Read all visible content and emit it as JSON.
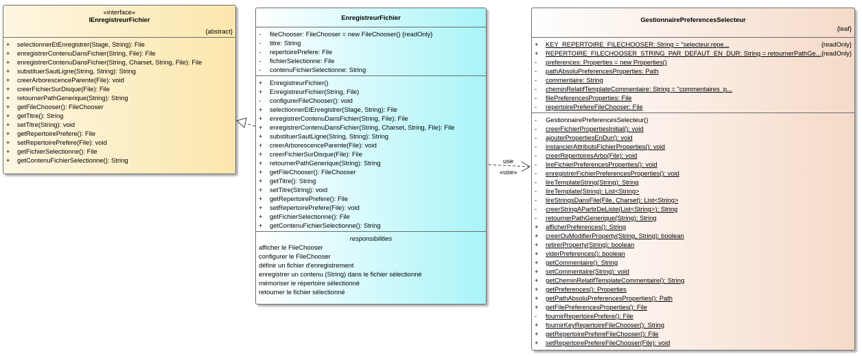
{
  "interface": {
    "stereotype": "«interface»",
    "name": "IEnregistreurFichier",
    "tag": "{abstract}",
    "operations": [
      {
        "v": "+",
        "t": "selectionnerEtEnregistrer(Stage, String): File"
      },
      {
        "v": "+",
        "t": "enregistrerContenuDansFichier(String, File): File"
      },
      {
        "v": "+",
        "t": "enregistrerContenuDansFichier(String, Charset, String, File): File"
      },
      {
        "v": "+",
        "t": "substituerSautLigne(String, String): String"
      },
      {
        "v": "+",
        "t": "creerArborescenceParente(File): void"
      },
      {
        "v": "+",
        "t": "creerFichierSurDisque(File): File"
      },
      {
        "v": "+",
        "t": "retournerPathGenerique(String): String"
      },
      {
        "v": "+",
        "t": "getFileChooser(): FileChooser"
      },
      {
        "v": "+",
        "t": "getTitre(): String"
      },
      {
        "v": "+",
        "t": "setTitre(String): void"
      },
      {
        "v": "+",
        "t": "getRepertoirePrefere(): File"
      },
      {
        "v": "+",
        "t": "setRepertoirePrefere(File): void"
      },
      {
        "v": "+",
        "t": "getFichierSelectionne(): File"
      },
      {
        "v": "+",
        "t": "getContenuFichierSelectionne(): String"
      }
    ]
  },
  "enregistreur": {
    "name": "EnregistreurFichier",
    "attributes": [
      {
        "v": "-",
        "t": "fileChooser: FileChooser = new FileChooser() {readOnly}"
      },
      {
        "v": "-",
        "t": "titre: String"
      },
      {
        "v": "-",
        "t": "repertoirePrefere: File"
      },
      {
        "v": "-",
        "t": "fichierSelectionne: File"
      },
      {
        "v": "-",
        "t": "contenuFichierSelectionne: String"
      }
    ],
    "operations": [
      {
        "v": "+",
        "t": "EnregistreurFichier()"
      },
      {
        "v": "+",
        "t": "EnregistreurFichier(String, File)"
      },
      {
        "v": "-",
        "t": "configurerFileChooser(): void"
      },
      {
        "v": "+",
        "t": "selectionnerEtEnregistrer(Stage, String): File"
      },
      {
        "v": "+",
        "t": "enregistrerContenuDansFichier(String, File): File"
      },
      {
        "v": "+",
        "t": "enregistrerContenuDansFichier(String, Charset, String, File): File"
      },
      {
        "v": "+",
        "t": "substituerSautLigne(String, String): String"
      },
      {
        "v": "+",
        "t": "creerArborescenceParente(File): void"
      },
      {
        "v": "+",
        "t": "creerFichierSurDisque(File): File"
      },
      {
        "v": "+",
        "t": "retournerPathGenerique(String): String"
      },
      {
        "v": "+",
        "t": "getFileChooser(): FileChooser"
      },
      {
        "v": "+",
        "t": "getTitre(): String"
      },
      {
        "v": "+",
        "t": "setTitre(String): void"
      },
      {
        "v": "+",
        "t": "getRepertoirePrefere(): File"
      },
      {
        "v": "+",
        "t": "setRepertoirePrefere(File): void"
      },
      {
        "v": "+",
        "t": "getFichierSelectionne(): File"
      },
      {
        "v": "+",
        "t": "getContenuFichierSelectionne(): String"
      }
    ],
    "responsibilities_title": "responsibilities",
    "responsibilities": [
      "afficher le FileChooser",
      "configurer le FileChooser",
      "définir un fichier d'enregistrement",
      "enregistrer un contenu (String) dans le fichier sélectionné",
      "mémoriser le répertoire sélectionné",
      "retourner le fichier sélectionné"
    ]
  },
  "gestionnaire": {
    "name": "GestionnairePreferencesSelecteur",
    "tag": "{leaf}",
    "attributes": [
      {
        "v": "+",
        "t": "KEY_REPERTOIRE_FILECHOOSER: String = \"selecteur.repe...",
        "ro": "{readOnly}",
        "u": true
      },
      {
        "v": "+",
        "t": "REPERTOIRE_FILECHOOSER_STRING_PAR_DEFAUT_EN_DUR: String = retournerPathGe...",
        "ro": "{readOnly}",
        "u": true
      },
      {
        "v": "-",
        "t": "preferences: Properties = new Properties()",
        "u": true
      },
      {
        "v": "-",
        "t": "pathAbsoluPreferencesProperties: Path",
        "u": true
      },
      {
        "v": "-",
        "t": "commentaire: String",
        "u": true
      },
      {
        "v": "-",
        "t": "cheminRelatifTemplateCommentaire: String = \"commentaires_p...",
        "u": true
      },
      {
        "v": "-",
        "t": "filePreferencesProperties: File",
        "u": true
      },
      {
        "v": "-",
        "t": "repertoirePrefereFileChooser: File",
        "u": true
      }
    ],
    "operations": [
      {
        "v": "-",
        "t": "GestionnairePreferencesSelecteur()",
        "u": false
      },
      {
        "v": "-",
        "t": "creerFichierPropertiesInitial(): void",
        "u": true
      },
      {
        "v": "-",
        "t": "ajouterPropertiesEnDur(): void",
        "u": true
      },
      {
        "v": "-",
        "t": "instancierAttributsFichierProperties(): void",
        "u": true
      },
      {
        "v": "-",
        "t": "creerRepertoiresArbo(File): void",
        "u": true
      },
      {
        "v": "-",
        "t": "lireFichierPreferencesProperties(): void",
        "u": true
      },
      {
        "v": "-",
        "t": "enregistrerFichierPreferencesProperties(): void",
        "u": true
      },
      {
        "v": "-",
        "t": "lireTemplateString(String): String",
        "u": true
      },
      {
        "v": "-",
        "t": "lireTemplate(String): List<String>",
        "u": true
      },
      {
        "v": "-",
        "t": "lireStringsDansFile(File, Charset): List<String>",
        "u": true
      },
      {
        "v": "-",
        "t": "creerStringAPartirDeListe(List<String>): String",
        "u": true
      },
      {
        "v": "-",
        "t": "retournerPathGenerique(String): String",
        "u": true
      },
      {
        "v": "+",
        "t": "afficherPreferences(): String",
        "u": true
      },
      {
        "v": "+",
        "t": "creerOuModifierProperty(String, String): boolean",
        "u": true
      },
      {
        "v": "+",
        "t": "retirerProperty(String): boolean",
        "u": true
      },
      {
        "v": "+",
        "t": "viderPreferences(): boolean",
        "u": true
      },
      {
        "v": "+",
        "t": "getCommentaire(): String",
        "u": true
      },
      {
        "v": "+",
        "t": "setCommentaire(String): void",
        "u": true
      },
      {
        "v": "+",
        "t": "getCheminRelatifTemplateCommentaire(): String",
        "u": true
      },
      {
        "v": "+",
        "t": "getPreferences(): Properties",
        "u": true
      },
      {
        "v": "+",
        "t": "getPathAbsoluPreferencesProperties(): Path",
        "u": true
      },
      {
        "v": "+",
        "t": "getFilePreferencesProperties(): File",
        "u": true
      },
      {
        "v": "-",
        "t": "fournirRepertoirePrefere(): File",
        "u": true
      },
      {
        "v": "+",
        "t": "fournirKeyRepertoireFileChooser(): String",
        "u": true
      },
      {
        "v": "+",
        "t": "getRepertoirePrefereFileChooser(): File",
        "u": true
      },
      {
        "v": "+",
        "t": "setRepertoirePrefereFileChooser(File): void",
        "u": true
      }
    ]
  },
  "connectors": {
    "use_label": "use",
    "use_stereotype": "«use»"
  }
}
